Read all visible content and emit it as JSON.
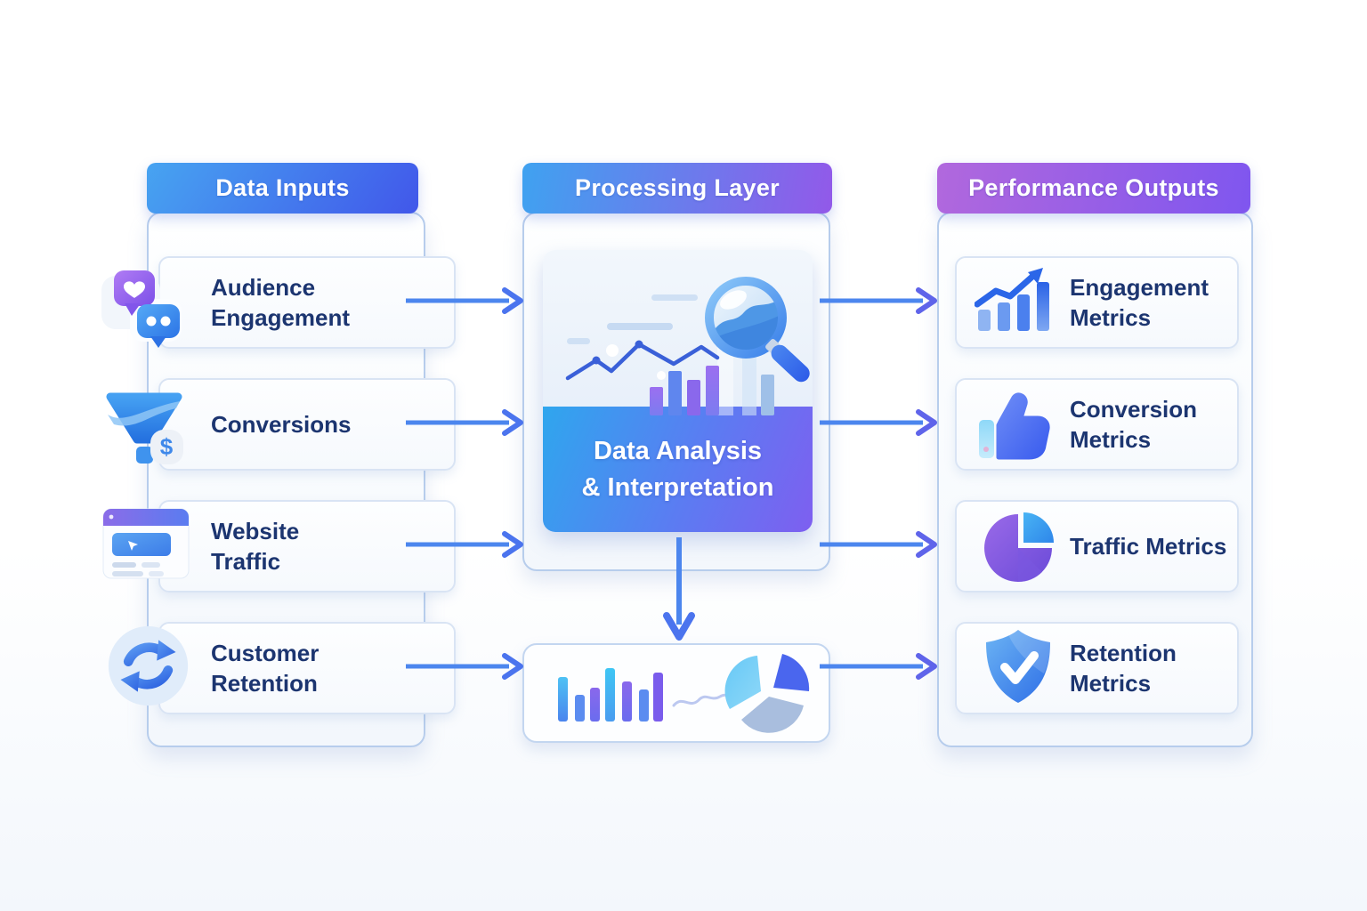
{
  "columns": {
    "inputs": {
      "header": "Data Inputs",
      "items": [
        {
          "label": "Audience Engagement",
          "icon": "chat-bubbles-icon"
        },
        {
          "label": "Conversions",
          "icon": "funnel-dollar-icon"
        },
        {
          "label": "Website Traffic",
          "icon": "browser-window-icon"
        },
        {
          "label": "Customer Retention",
          "icon": "refresh-cycle-icon"
        }
      ]
    },
    "processing": {
      "header": "Processing Layer",
      "card": {
        "line1": "Data Analysis",
        "line2": "& Interpretation",
        "icon": "magnifier-analytics-illustration"
      },
      "result_icon": "bars-and-pie-illustration"
    },
    "outputs": {
      "header": "Performance Outputs",
      "items": [
        {
          "label": "Engagement Metrics",
          "icon": "growth-chart-icon"
        },
        {
          "label": "Conversion Metrics",
          "icon": "thumbs-up-icon"
        },
        {
          "label": "Traffic Metrics",
          "icon": "pie-chart-icon"
        },
        {
          "label": "Retention Metrics",
          "icon": "shield-check-icon"
        }
      ]
    }
  },
  "colors": {
    "inputs_header_gradient": [
      "#47a4f1",
      "#4157ea"
    ],
    "processing_header_gradient": [
      "#3fa2f0",
      "#9259e9"
    ],
    "outputs_header_gradient": [
      "#b168dd",
      "#7f56ef"
    ],
    "processing_card_gradient": [
      "#2fa6ee",
      "#7e5ff0"
    ],
    "arrow": "#4c86ee",
    "label_text": "#1c3570"
  }
}
